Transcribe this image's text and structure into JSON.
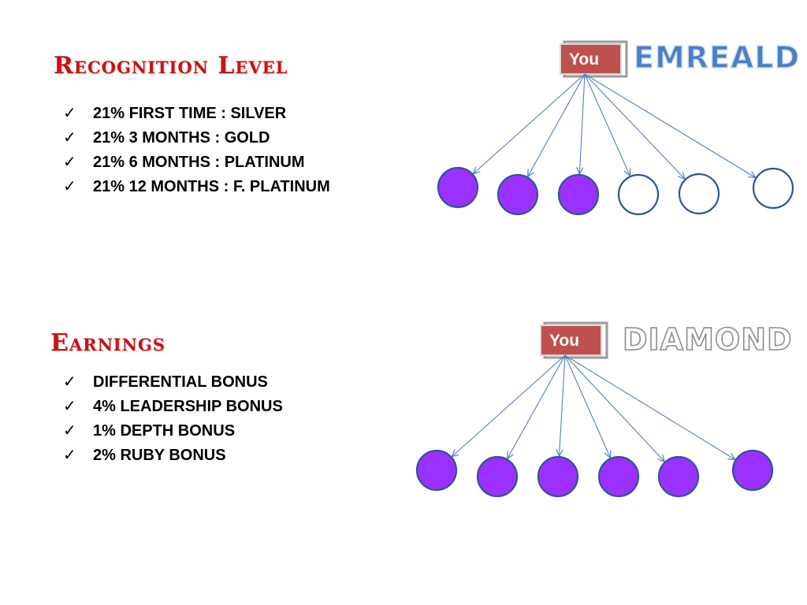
{
  "recognition": {
    "title": "Recognition Level",
    "items": [
      "21% FIRST TIME : SILVER",
      "21% 3 MONTHS : GOLD",
      "21% 6 MONTHS : PLATINUM",
      "21% 12 MONTHS : F. PLATINUM"
    ]
  },
  "earnings": {
    "title": "Earnings",
    "items": [
      "DIFFERENTIAL BONUS",
      "4% LEADERSHIP BONUS",
      "1% DEPTH BONUS",
      "2% RUBY BONUS"
    ]
  },
  "check_glyph": "✓",
  "trees": [
    {
      "you_label": "You",
      "rank_label": "EMREALD",
      "rank_style": "filled-blue",
      "nodes_filled": [
        true,
        true,
        true,
        false,
        false,
        false
      ]
    },
    {
      "you_label": "You",
      "rank_label": "DIAMOND",
      "rank_style": "outline-white",
      "nodes_filled": [
        true,
        true,
        true,
        true,
        true,
        true
      ]
    }
  ],
  "colors": {
    "heading": "#c61414",
    "you_box": "#c0504d",
    "node_fill": "#9b30ff",
    "node_stroke": "#2f5597",
    "arrow": "#4f81bd",
    "rank_blue": "#4a7fc7"
  }
}
